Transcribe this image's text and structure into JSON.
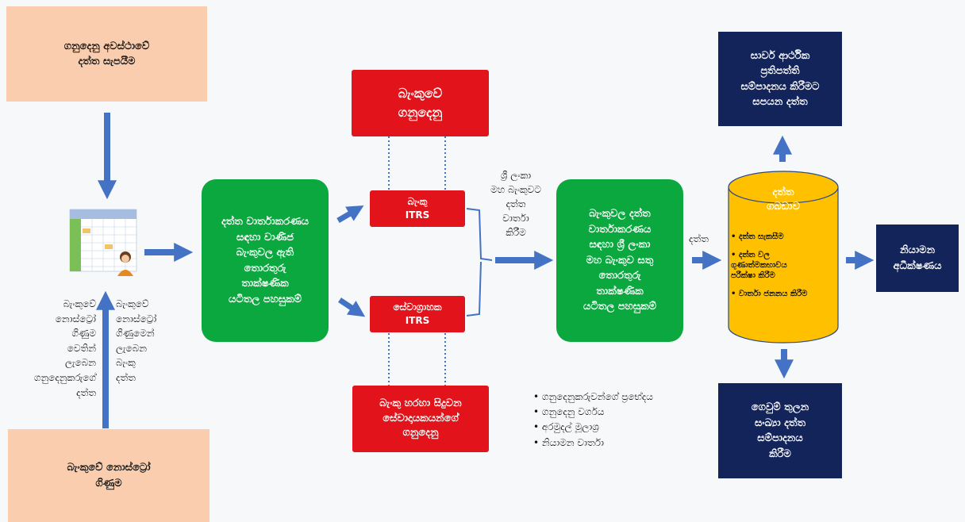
{
  "source_state": "ගනුදෙනු අවස්ථාවේ\nදත්ත සැපයීම",
  "source_nostro": "බැංකුවේ නොස්ට්‍රෝ\nගිණුම",
  "nostro_left_label": "බැංකුවේ\nනොස්ට්‍රෝ\nගිණුම\nවෙතින්\nලැබෙන\nගනුදෙනුකරුගේ\nදත්ත",
  "nostro_right_label": "බැංකුවේ\nනොස්ට්‍රෝ\nගිණුමෙන්\nලැබෙන\nබැංකු\nදත්ත",
  "commercial_platform": "දත්ත වාර්තාකරණය\nසඳහා වාණිජ\nබැංකුවල ඇති\nතොරතුරු\nතාක්ෂණික\nයටිතල පහසුකම්",
  "bank_transactions": "බැංකුවේ\nගනුදෙනු",
  "bank_itrs": "බැංකු\nITRS",
  "customer_itrs": "සේවාග්‍රාහක\nITRS",
  "provider_transactions": "බැංකු හරහා සිදුවන\nසේවාදායකයන්ගේ\nගනුදෙනු",
  "report_to_cbsl": "ශ්‍රී ලංකා\nමහ බැංකුවට\nදත්ත\nවාර්තා\nකිරීම",
  "cbsl_platform": "බැංකුවල දත්ත\nවාර්තාකරණය\nසඳහා ශ්‍රී ලංකා\nමහ බැංකුව සතු\nතොරතුරු\nතාක්ෂණික\nයටිතල පහසුකම්",
  "data_label": "දත්ත",
  "database_title": "දත්ත\nගබඩාව",
  "database_items": [
    "දත්ත සැකසීම",
    "දත්ත වල\nගුණාත්මකභාවය\nපරීක්ෂා කිරීම",
    "වාර්තා ජනනය කිරීම"
  ],
  "macro_stats": "සාර්ව ආර්ථික\nප්‍රතිපත්ති\nසම්පාදනය කිරීමට\nසපයන දත්ත",
  "supervision": "නියාමන\nඅධීක්ෂණය",
  "bop_stats": "ගෙවුම් තුලන\nසංඛ්‍යා දත්ත\nසම්පාදනය\nකිරීම",
  "itrs_items": [
    "ගනුදෙනුකරුවන්ගේ ප්‍රභේදය",
    "ගනුදෙනු වර්ගය",
    "අරමුදල් මූලාශ්‍ර",
    "නියාමන වාර්තා"
  ],
  "colors": {
    "peach": "#f9cdae",
    "green": "#0aa83f",
    "red": "#e2131a",
    "navy": "#13245b",
    "arrow": "#4472c4",
    "database": "#ffc000"
  },
  "icons": [
    "spreadsheet-user-icon",
    "database-cylinder-icon"
  ]
}
